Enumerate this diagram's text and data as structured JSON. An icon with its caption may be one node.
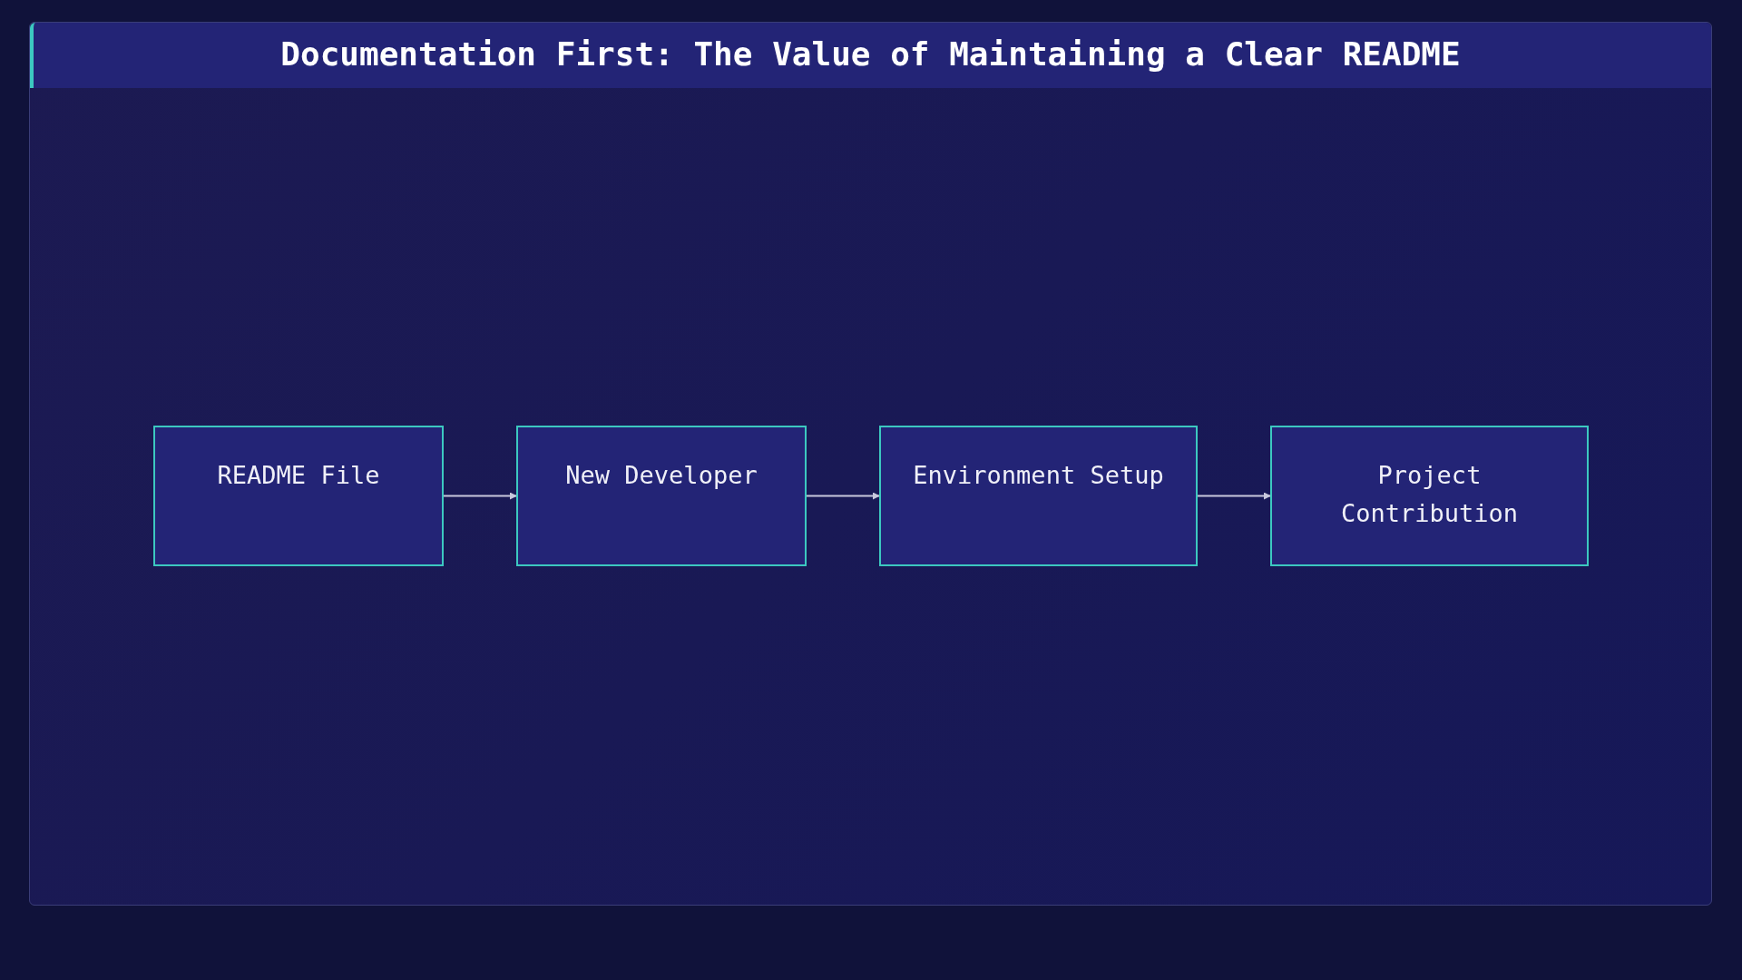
{
  "diagram": {
    "title": "Documentation First: The Value of Maintaining a Clear README",
    "nodes": [
      {
        "text": [
          "README File"
        ]
      },
      {
        "text": [
          "New Developer"
        ]
      },
      {
        "text": [
          "Environment Setup"
        ]
      },
      {
        "text": [
          "Project Contribution"
        ]
      }
    ],
    "edges": [
      {
        "from": 0,
        "to": 1,
        "arrow": "to"
      },
      {
        "from": 1,
        "to": 2,
        "arrow": "to"
      },
      {
        "from": 2,
        "to": 3,
        "arrow": "to"
      }
    ]
  }
}
